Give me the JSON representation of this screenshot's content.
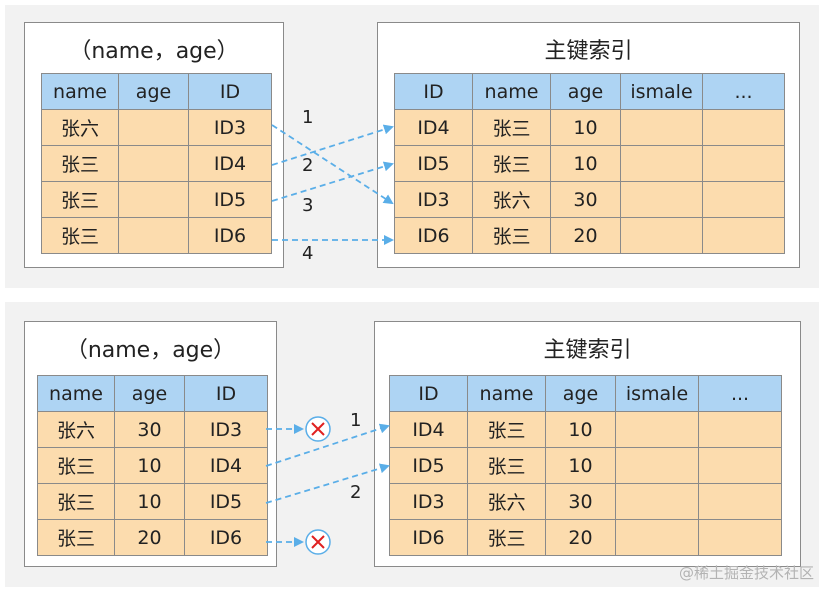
{
  "top": {
    "left_box": {
      "title": "（name，age）",
      "headers": [
        "name",
        "age",
        "ID"
      ],
      "rows": [
        [
          "张六",
          "",
          "ID3"
        ],
        [
          "张三",
          "",
          "ID4"
        ],
        [
          "张三",
          "",
          "ID5"
        ],
        [
          "张三",
          "",
          "ID6"
        ]
      ]
    },
    "right_box": {
      "title": "主键索引",
      "headers": [
        "ID",
        "name",
        "age",
        "ismale",
        "..."
      ],
      "rows": [
        [
          "ID4",
          "张三",
          "10",
          "",
          ""
        ],
        [
          "ID5",
          "张三",
          "10",
          "",
          ""
        ],
        [
          "ID3",
          "张六",
          "30",
          "",
          ""
        ],
        [
          "ID6",
          "张三",
          "20",
          "",
          ""
        ]
      ]
    },
    "arrow_labels": [
      "1",
      "2",
      "3",
      "4"
    ]
  },
  "bottom": {
    "left_box": {
      "title": "（name，age）",
      "headers": [
        "name",
        "age",
        "ID"
      ],
      "rows": [
        [
          "张六",
          "30",
          "ID3"
        ],
        [
          "张三",
          "10",
          "ID4"
        ],
        [
          "张三",
          "10",
          "ID5"
        ],
        [
          "张三",
          "20",
          "ID6"
        ]
      ]
    },
    "right_box": {
      "title": "主键索引",
      "headers": [
        "ID",
        "name",
        "age",
        "ismale",
        "..."
      ],
      "rows": [
        [
          "ID4",
          "张三",
          "10",
          "",
          ""
        ],
        [
          "ID5",
          "张三",
          "10",
          "",
          ""
        ],
        [
          "ID3",
          "张六",
          "30",
          "",
          ""
        ],
        [
          "ID6",
          "张三",
          "20",
          "",
          ""
        ]
      ]
    },
    "arrow_labels": [
      "1",
      "2"
    ]
  },
  "colors": {
    "header_fill": "#aed4f3",
    "cell_fill": "#fcdcae",
    "arrow": "#5aaee8",
    "reject_mark": "#e02020"
  },
  "icons": {
    "reject": "x-circle-icon"
  },
  "watermark": "@稀土掘金技术社区"
}
